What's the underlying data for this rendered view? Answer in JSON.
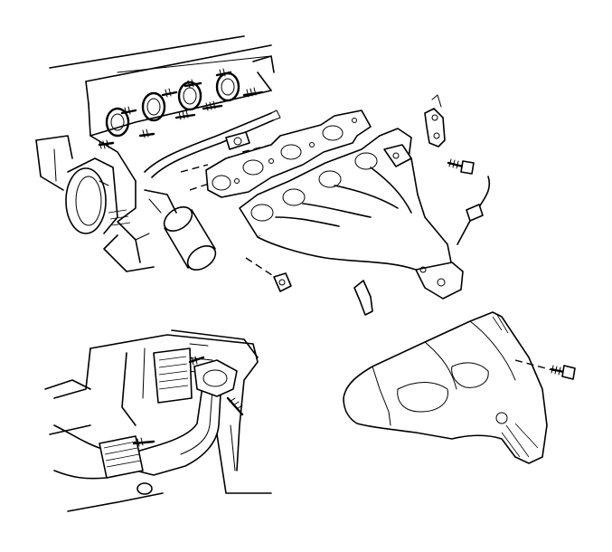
{
  "figure": {
    "kind": "exploded-view line drawing",
    "colors": {
      "line": "#000000",
      "background": "#ffffff"
    },
    "parts": [
      {
        "id": "cylinder-head",
        "icon": "engine-block"
      },
      {
        "id": "exhaust-manifold-gasket",
        "icon": "gasket"
      },
      {
        "id": "exhaust-manifold",
        "icon": "manifold"
      },
      {
        "id": "manifold-bracket",
        "icon": "bracket"
      },
      {
        "id": "manifold-bolt",
        "icon": "bolt"
      },
      {
        "id": "oxygen-sensor",
        "icon": "sensor"
      },
      {
        "id": "manifold-nut",
        "icon": "nut"
      },
      {
        "id": "support-clip",
        "icon": "clip"
      },
      {
        "id": "heat-shield",
        "icon": "heat-shield"
      },
      {
        "id": "heat-shield-bolt",
        "icon": "bolt"
      },
      {
        "id": "exhaust-pipe-detail",
        "icon": "pipe"
      }
    ]
  }
}
